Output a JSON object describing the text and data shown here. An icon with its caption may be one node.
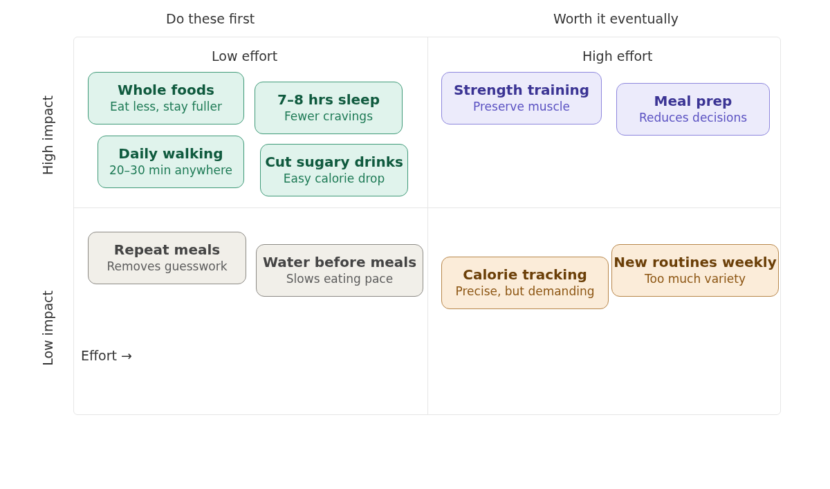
{
  "diagram": {
    "nodes": [
      {
        "text": [
          "Whole foods",
          "Eat less, stay fuller"
        ]
      },
      {
        "text": [
          "7–8 hrs sleep",
          "Fewer cravings"
        ]
      },
      {
        "text": [
          "Daily walking",
          "20–30 min anywhere"
        ]
      },
      {
        "text": [
          "Cut sugary drinks",
          "Easy calorie drop"
        ]
      },
      {
        "text": [
          "Strength training",
          "Preserve muscle"
        ]
      },
      {
        "text": [
          "Meal prep",
          "Reduces decisions"
        ]
      },
      {
        "text": [
          "Repeat meals",
          "Removes guesswork"
        ]
      },
      {
        "text": [
          "Water before meals",
          "Slows eating pace"
        ]
      },
      {
        "text": [
          "Calorie tracking",
          "Precise, but demanding"
        ]
      },
      {
        "text": [
          "New routines weekly",
          "Too much variety"
        ]
      }
    ],
    "labels": [
      "Do these first",
      "Worth it eventually",
      "Low effort",
      "High effort",
      "High impact",
      "Low impact",
      "Effort →"
    ]
  }
}
